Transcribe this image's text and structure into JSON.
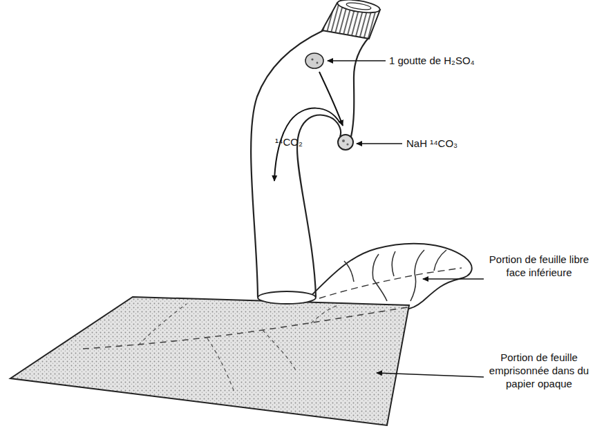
{
  "diagram": {
    "labels": [
      "1 goutte de H₂SO₄",
      "NaH ¹⁴CO₃",
      "¹⁴CO₂",
      "Portion de feuille libre face inférieure",
      "Portion de feuille emprisonnée dans du papier opaque"
    ]
  }
}
